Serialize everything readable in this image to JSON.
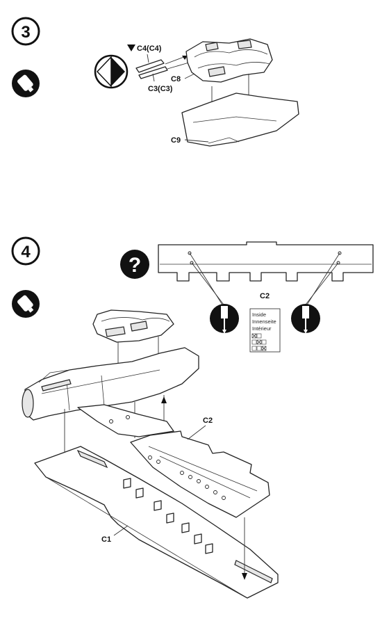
{
  "step3": {
    "number": "3",
    "labels": {
      "c4": "C4(C4)",
      "c3": "C3(C3)",
      "c8": "C8",
      "c9": "C9"
    },
    "icons": [
      "glue-tube-icon",
      "symmetry-direction-icon",
      "paint-drop-icon"
    ]
  },
  "step4": {
    "number": "4",
    "help_symbol": "?",
    "labels": {
      "c2_top": "C2",
      "c2_lower": "C2",
      "c1": "C1"
    },
    "legend_lines": [
      "Inside",
      "Innenseite",
      "Intérieur"
    ],
    "icons": [
      "glue-tube-icon",
      "question-mark-icon",
      "drill-bit-icon"
    ]
  }
}
